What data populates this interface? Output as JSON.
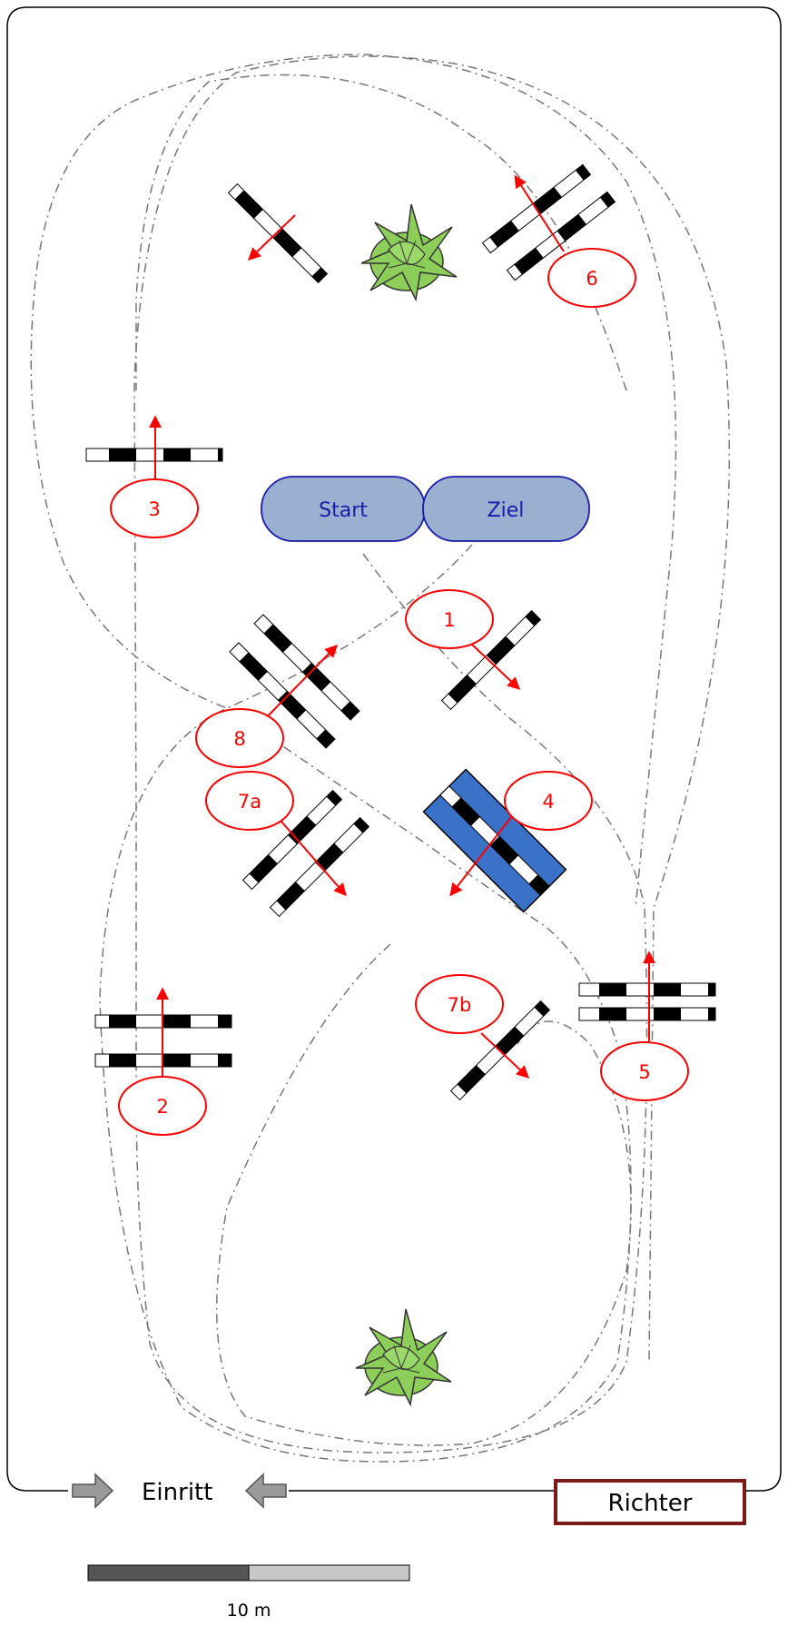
{
  "zones": {
    "start": "Start",
    "finish": "Ziel"
  },
  "obstacles": [
    {
      "number": "1"
    },
    {
      "number": "2"
    },
    {
      "number": "3"
    },
    {
      "number": "4"
    },
    {
      "number": "5"
    },
    {
      "number": "6"
    },
    {
      "number": "7a"
    },
    {
      "number": "7b"
    },
    {
      "number": "8"
    }
  ],
  "entrance": {
    "label": "Einritt"
  },
  "judge": {
    "label": "Richter"
  },
  "scale": {
    "label": "10 m"
  },
  "colors": {
    "obstacle_number": "#ff0000",
    "direction_arrow": "#ff0000",
    "zone_fill": "#99b0d1",
    "zone_text": "#1a1aa8",
    "water_fill": "#3a72c8",
    "judge_border": "#7a1a1a",
    "plant": "#8dce5a",
    "path": "#777777"
  }
}
